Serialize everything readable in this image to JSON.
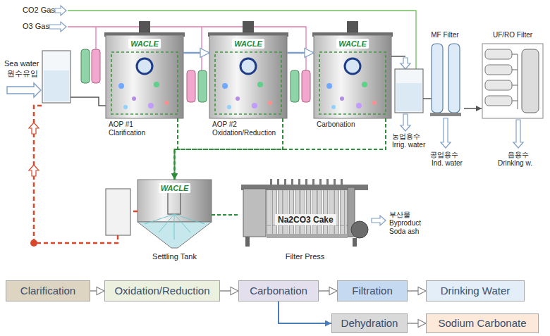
{
  "diagram": {
    "nodes": [
      {
        "text": [
          "WACLE",
          "AOP #1 Clarification"
        ]
      },
      {
        "text": [
          "WACLE",
          "AOP #2 Oxidation/Reduction"
        ]
      },
      {
        "text": [
          "WACLE",
          "Carbonation"
        ]
      },
      {
        "text": [
          "MF Filter"
        ]
      },
      {
        "text": [
          "UF/RO Filter"
        ]
      },
      {
        "text": [
          "WACLE",
          "Settling Tank"
        ]
      },
      {
        "text": [
          "Na2CO3 Cake",
          "Filter Press"
        ]
      },
      {
        "text": [
          "Clarification"
        ]
      },
      {
        "text": [
          "Oxidation/Reduction"
        ]
      },
      {
        "text": [
          "Carbonation"
        ]
      },
      {
        "text": [
          "Filtration"
        ]
      },
      {
        "text": [
          "Drinking Water"
        ]
      },
      {
        "text": [
          "Dehydration"
        ]
      },
      {
        "text": [
          "Sodium Carbonate"
        ]
      }
    ],
    "edges": [
      {
        "from": 0,
        "to": 1,
        "arrow": "to"
      },
      {
        "from": 1,
        "to": 2,
        "arrow": "to"
      },
      {
        "from": 3,
        "to": 4,
        "arrow": "to"
      },
      {
        "from": 0,
        "to": 5,
        "arrow": "to"
      },
      {
        "from": 1,
        "to": 5,
        "arrow": "to"
      },
      {
        "from": 2,
        "to": 5,
        "arrow": "to"
      },
      {
        "from": 5,
        "to": 6,
        "arrow": "none"
      },
      {
        "from": 7,
        "to": 8,
        "arrow": "to"
      },
      {
        "from": 8,
        "to": 9,
        "arrow": "to"
      },
      {
        "from": 9,
        "to": 10,
        "arrow": "to"
      },
      {
        "from": 10,
        "to": 11,
        "arrow": "to"
      },
      {
        "from": 9,
        "to": 12,
        "arrow": "to"
      },
      {
        "from": 12,
        "to": 13,
        "arrow": "to"
      }
    ],
    "labels": [
      "CO2 Gas",
      "O3 Gas",
      "Sea water",
      "원수유입",
      "농업용수",
      "Irrig. water",
      "공업용수",
      "Ind. water",
      "음용수",
      "Drinking w.",
      "부산물",
      "Byproduct",
      "Soda ash"
    ]
  }
}
